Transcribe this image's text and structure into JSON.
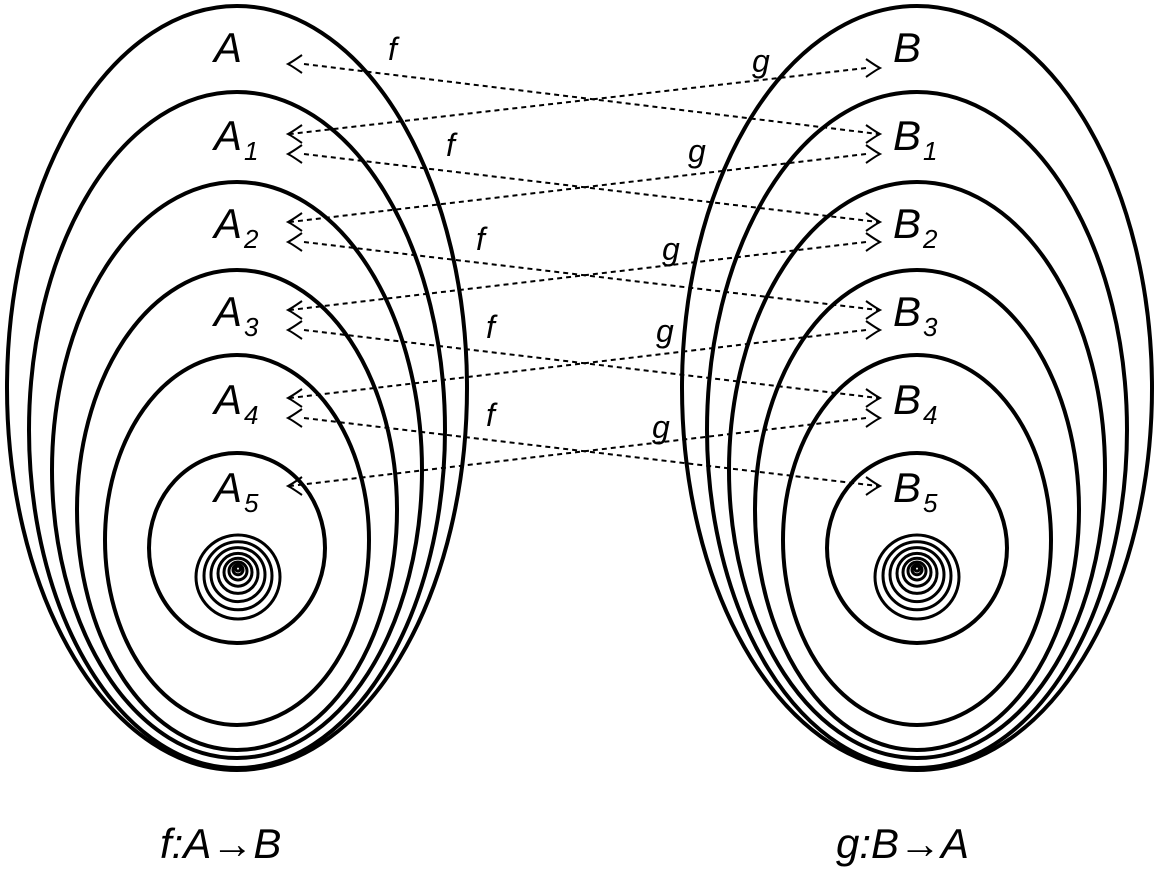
{
  "left": {
    "sets": [
      {
        "letter": "A",
        "sub": ""
      },
      {
        "letter": "A",
        "sub": "1"
      },
      {
        "letter": "A",
        "sub": "2"
      },
      {
        "letter": "A",
        "sub": "3"
      },
      {
        "letter": "A",
        "sub": "4"
      },
      {
        "letter": "A",
        "sub": "5"
      }
    ],
    "caption": "f:A→B"
  },
  "right": {
    "sets": [
      {
        "letter": "B",
        "sub": ""
      },
      {
        "letter": "B",
        "sub": "1"
      },
      {
        "letter": "B",
        "sub": "2"
      },
      {
        "letter": "B",
        "sub": "3"
      },
      {
        "letter": "B",
        "sub": "4"
      },
      {
        "letter": "B",
        "sub": "5"
      }
    ],
    "caption": "g:B→A"
  },
  "maps": {
    "f": {
      "label": "f",
      "from": [
        "A",
        "A1",
        "A2",
        "A3",
        "A4"
      ],
      "to": [
        "B1",
        "B2",
        "B3",
        "B4",
        "B5"
      ]
    },
    "g": {
      "label": "g",
      "from": [
        "B",
        "B1",
        "B2",
        "B3",
        "B4"
      ],
      "to": [
        "A1",
        "A2",
        "A3",
        "A4",
        "A5"
      ]
    }
  },
  "colors": {
    "stroke": "#000000",
    "background": "#ffffff"
  }
}
